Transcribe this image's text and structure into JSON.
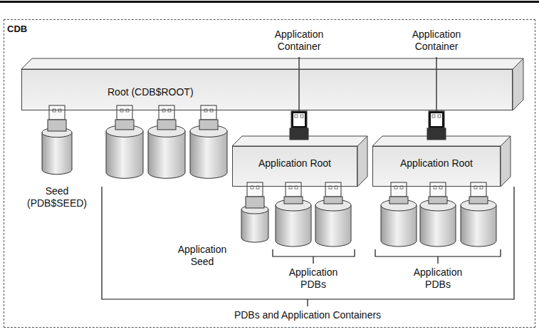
{
  "diagram": {
    "nodes": [
      {
        "text": [
          "CDB"
        ]
      },
      {
        "text": [
          "Root (CDB$ROOT)"
        ],
        "in": 0
      },
      {
        "text": [
          "Application Root"
        ],
        "in": 0
      },
      {
        "text": [
          "Application Root"
        ],
        "in": 0
      }
    ],
    "labels": [
      "Application Container",
      "Application Container",
      "Seed (PDB$SEED)",
      "Application Seed",
      "Application PDBs",
      "Application PDBs",
      "PDBs and Application Containers"
    ]
  }
}
